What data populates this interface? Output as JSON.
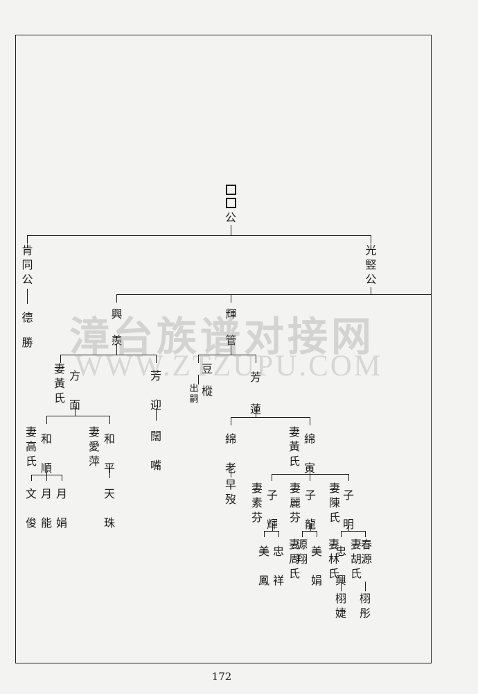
{
  "genealogy": {
    "root": {
      "name": "公"
    },
    "branch_1": {
      "name": "肯同公",
      "son": "德勝"
    },
    "branch_2": {
      "name": "光竪公",
      "children": {
        "xingxian": {
          "name": "興羨",
          "son_fangmian": {
            "name": "方面",
            "wife": "妻黃氏",
            "son_heshun": {
              "name": "和順",
              "wife": "妻高氏",
              "children": [
                "文俊",
                "月能",
                "月娟"
              ]
            },
            "son_heping": {
              "name": "和平",
              "wife": "妻愛萍",
              "son": "天珠"
            }
          },
          "son_fangying": {
            "name": "芳迎",
            "son": "闊嘴"
          }
        },
        "huiguan": {
          "name": "輝管",
          "son_dou": {
            "name": "豆",
            "note": "出嗣",
            "son": "樅"
          },
          "son_fanglian": {
            "name": "芳蓮",
            "son_mianlao": {
              "name": "綿老",
              "note": "早歿"
            },
            "son_mianyin": {
              "name": "綿寅",
              "wife": "妻黃氏",
              "son_zihui": {
                "name": "子輝",
                "wife": "妻素芬",
                "children": [
                  "美鳳",
                  "忠祥"
                ]
              },
              "son_zilong": {
                "name": "子龍",
                "wife": "妻麗芬",
                "children": [
                  {
                    "name": "源翔",
                    "wife": "妻周氏"
                  },
                  "美娟"
                ]
              },
              "son_ziming": {
                "name": "子明",
                "wife": "妻陳氏",
                "son_zhongxing": {
                  "name": "忠興",
                  "wife": "妻林氏",
                  "son": "栩婕"
                },
                "son_chunyuan": {
                  "name": "春源",
                  "wife": "妻胡氏",
                  "son": "栩彤"
                }
              }
            }
          }
        }
      }
    }
  },
  "watermark": {
    "cn": "漳台族谱对接网",
    "en": "WWW.ZTZUPU.COM"
  },
  "page_number": "172"
}
